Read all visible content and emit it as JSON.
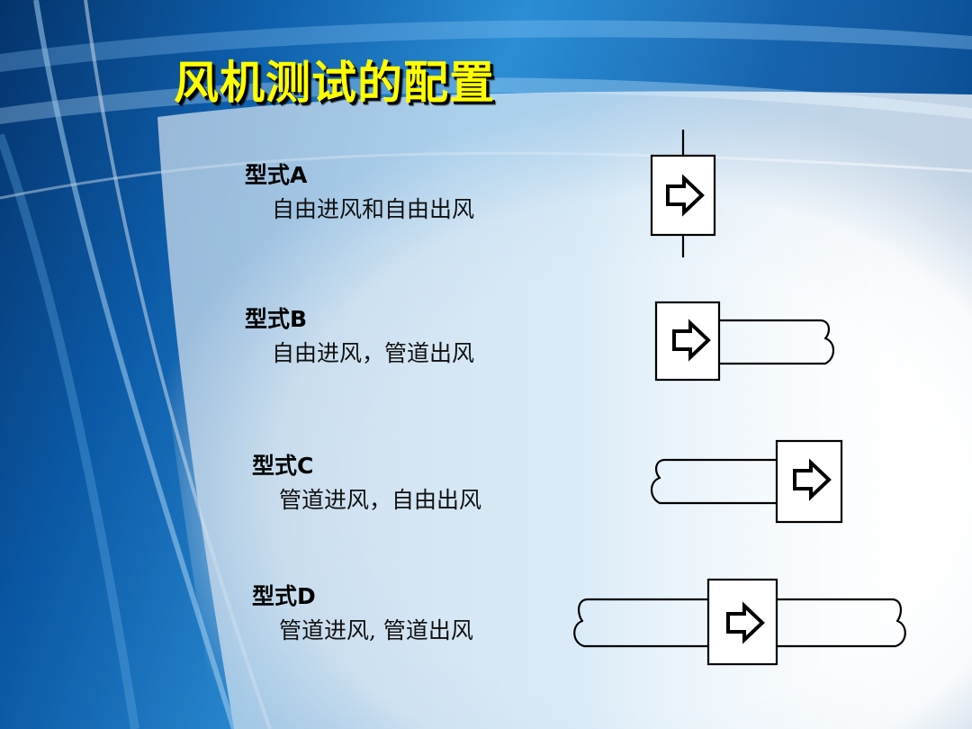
{
  "slide": {
    "title": "风机测试的配置"
  },
  "configurations": [
    {
      "name": "型式A",
      "description": "自由进风和自由出风"
    },
    {
      "name": "型式B",
      "description": "自由进风，管道出风"
    },
    {
      "name": "型式C",
      "description": "管道进风，自由出风"
    },
    {
      "name": "型式D",
      "description": "管道进风, 管道出风"
    }
  ],
  "colors": {
    "title_text": "#ffff00",
    "title_shadow": "#000000",
    "background_blue": "#0a5aa8",
    "line": "#000000"
  },
  "icons": [
    "fan-box-icon",
    "flow-arrow-icon",
    "duct-icon"
  ]
}
